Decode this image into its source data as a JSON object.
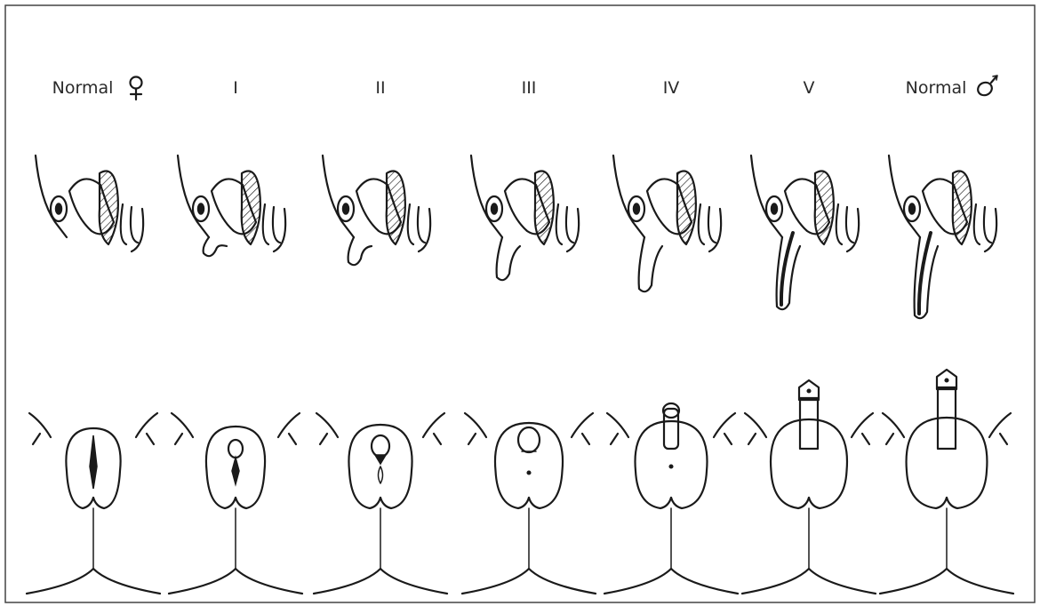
{
  "figure": {
    "stages": [
      {
        "label": "Normal",
        "symbol": "female",
        "level": "F"
      },
      {
        "label": "I",
        "symbol": "",
        "level": 1
      },
      {
        "label": "II",
        "symbol": "",
        "level": 2
      },
      {
        "label": "III",
        "symbol": "",
        "level": 3
      },
      {
        "label": "IV",
        "symbol": "",
        "level": 4
      },
      {
        "label": "V",
        "symbol": "",
        "level": 5
      },
      {
        "label": "Normal",
        "symbol": "male",
        "level": "M"
      }
    ],
    "rows": [
      "sagittal-section",
      "external-view"
    ],
    "colors": {
      "line": "#1a1a1a",
      "background": "#ffffff",
      "frame": "#444444"
    }
  }
}
